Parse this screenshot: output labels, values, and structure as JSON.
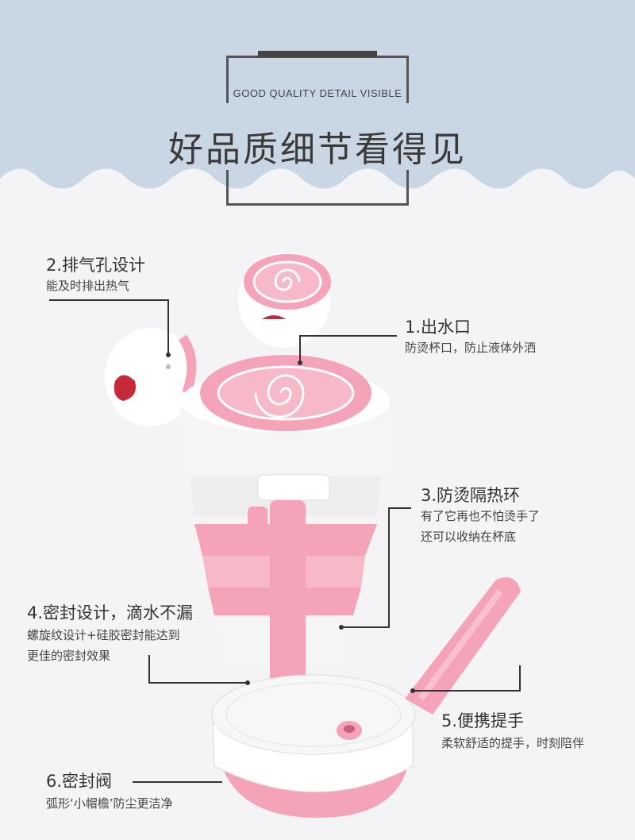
{
  "header": {
    "subtitle": "GOOD QUALITY DETAIL VISIBLE",
    "title": "好品质细节看得见"
  },
  "features": [
    {
      "heading": "2.排气孔设计",
      "desc": [
        "能及时排出热气"
      ]
    },
    {
      "heading": "1.出水口",
      "desc": [
        "防烫杯口，防止液体外洒"
      ]
    },
    {
      "heading": "3.防烫隔热环",
      "desc": [
        "有了它再也不怕烫手了",
        "还可以收纳在杯底"
      ]
    },
    {
      "heading": "4.密封设计，滴水不漏",
      "desc": [
        "螺旋纹设计+硅胶密封能达到",
        "更佳的密封效果"
      ]
    },
    {
      "heading": "5.便携提手",
      "desc": [
        "柔软舒适的提手，时刻陪伴"
      ]
    },
    {
      "heading": "6.密封阀",
      "desc": [
        "弧形‘小帽檐’防尘更洁净"
      ]
    }
  ],
  "colors": {
    "header_bg": "#c9d6e3",
    "page_bg": "#f4f4f6",
    "pink": "#f4a3b8",
    "pink_dark": "#e8879f",
    "white": "#ffffff"
  }
}
